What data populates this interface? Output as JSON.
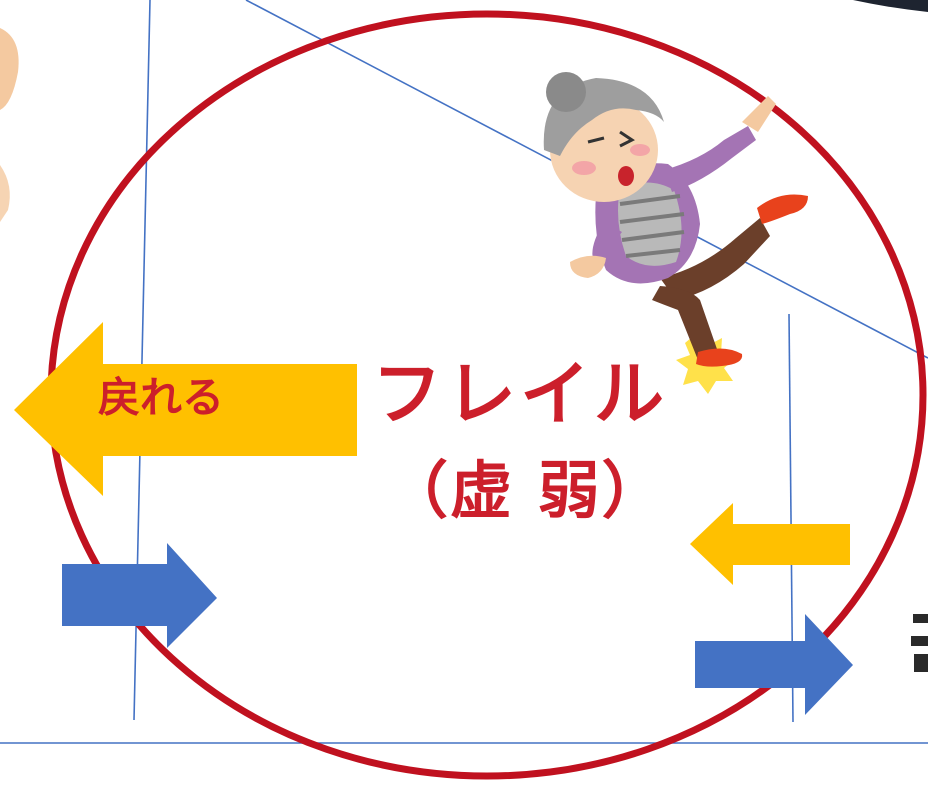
{
  "diagram": {
    "title_main": "フレイル",
    "title_sub": "（虚 弱）",
    "back_arrow_label": "戻れる"
  },
  "colors": {
    "circle": "#c0111f",
    "text": "#cc1f2b",
    "back_arrow": "#ffc000",
    "forward_arrow": "#4472c4",
    "divider_line": "#4472c4",
    "divider_line_light": "#5a7fcc"
  },
  "icons": [
    "elderly-woman-falling-icon",
    "partial-figure-left-icon",
    "partial-figure-right-icon"
  ]
}
